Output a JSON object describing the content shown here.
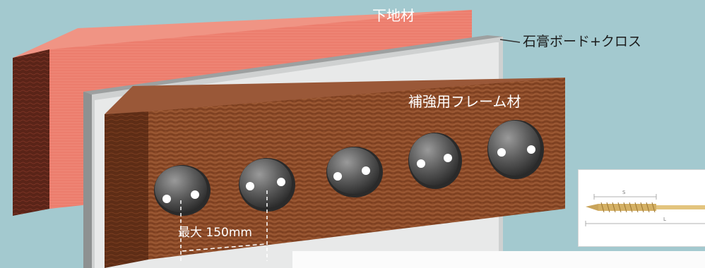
{
  "labels": {
    "base_material": "下地材",
    "board_cloth": "石膏ボード+クロス",
    "reinforcement_frame": "補強用フレーム材",
    "max_spacing": "最大 150mm"
  },
  "colors": {
    "background": "#a3c9cf",
    "base_material": "#e9796b",
    "board": "#c9cbcb",
    "frame": "#8a4a2a",
    "hooks": "#5b5b5b"
  },
  "hooks": {
    "count": 5
  },
  "inset": {
    "content": "screw-drawing"
  }
}
